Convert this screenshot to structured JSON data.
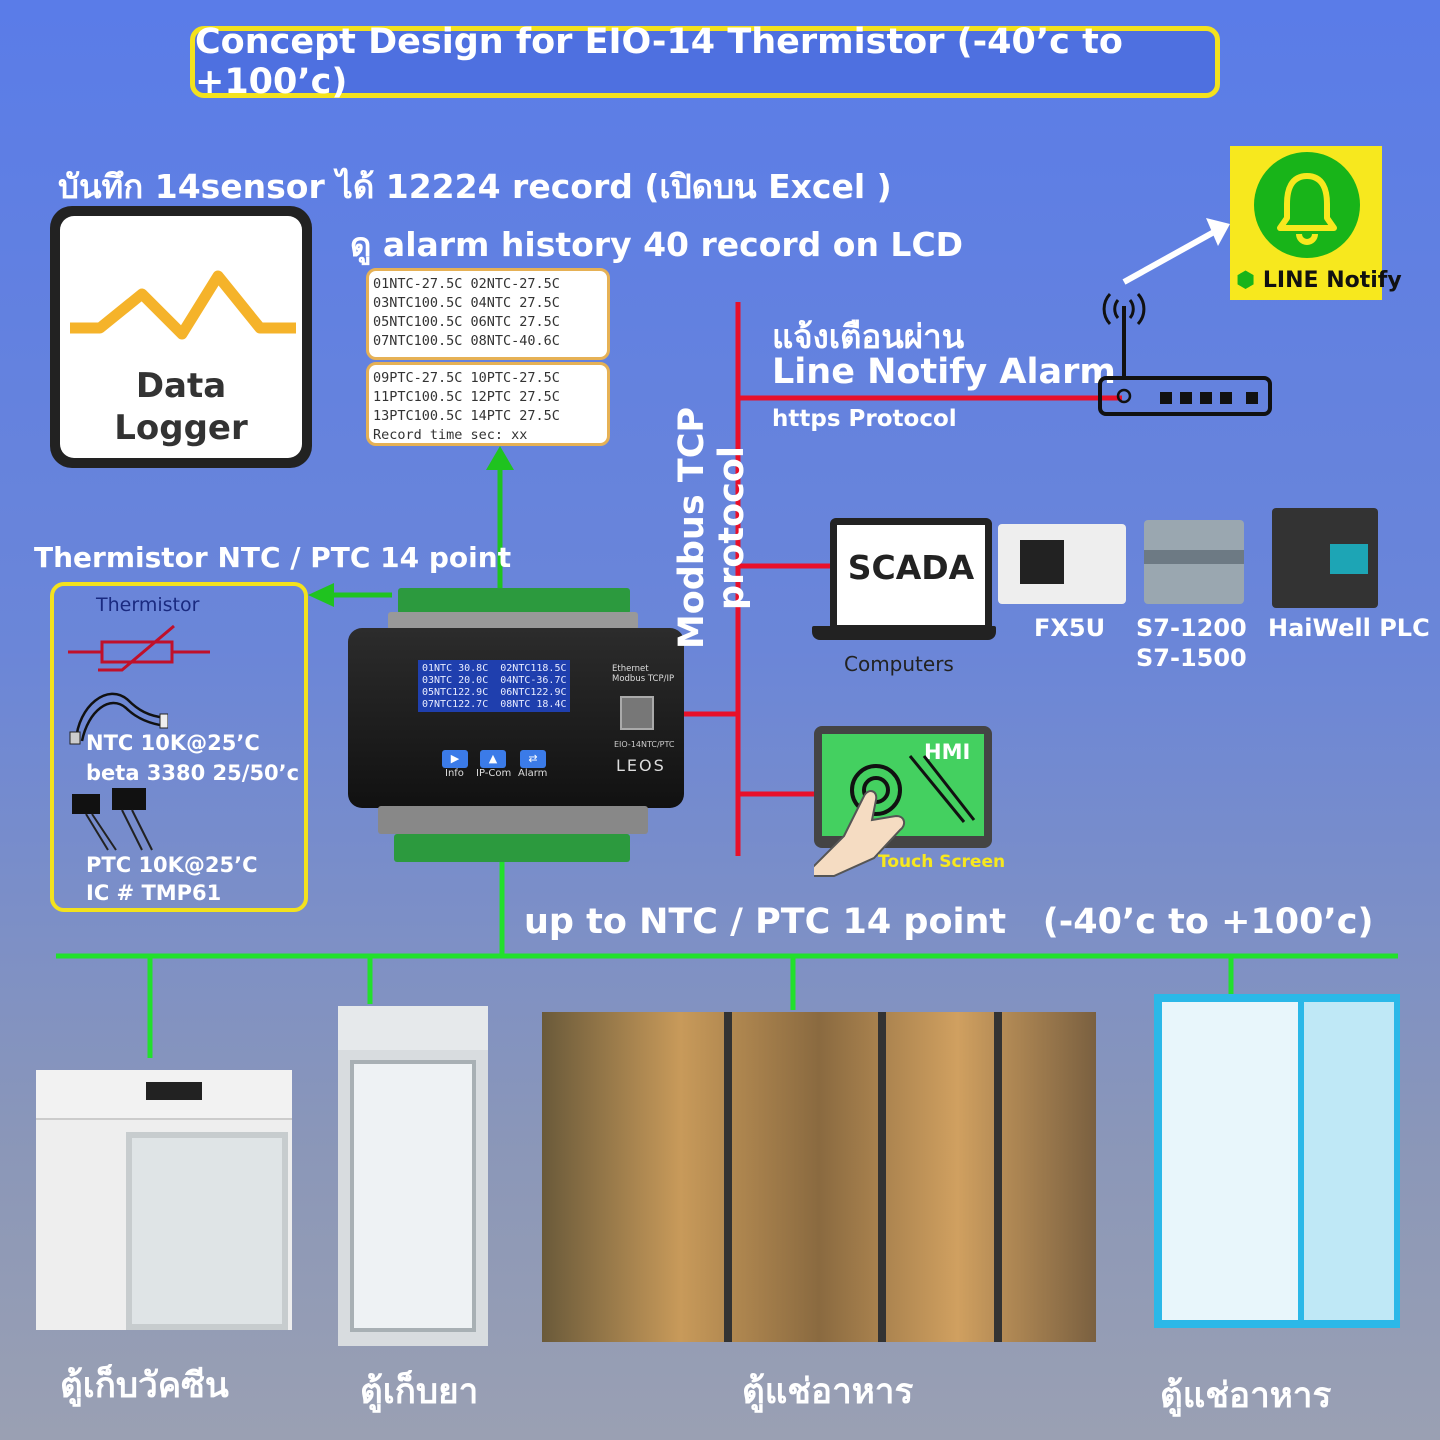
{
  "title": "Concept Design for EIO-14 Thermistor (-40’c to +100’c)",
  "record_text": "บันทึก 14sensor ได้ 12224 record (เปิดบน Excel )",
  "alarm_history_text": "ดู alarm history 40 record on LCD",
  "data_logger": {
    "line1": "Data",
    "line2": "Logger"
  },
  "lcd_history": {
    "group1": [
      "01NTC-27.5C 02NTC-27.5C",
      "03NTC100.5C 04NTC 27.5C",
      "05NTC100.5C 06NTC 27.5C",
      "07NTC100.5C 08NTC-40.6C"
    ],
    "group2": [
      "09PTC-27.5C 10PTC-27.5C",
      "11PTC100.5C 12PTC 27.5C",
      "13PTC100.5C 14PTC 27.5C",
      "Record time sec: xx"
    ]
  },
  "thermistor_heading": "Thermistor NTC / PTC 14 point",
  "thermistor_box": {
    "symbol_label": "Thermistor",
    "ntc_line1": "NTC 10K@25’C",
    "ntc_line2": "beta 3380 25/50’c",
    "ptc_line1": "PTC 10K@25’C",
    "ptc_line2": "IC # TMP61"
  },
  "device": {
    "lcd_lines": "01NTC 30.8C  02NTC118.5C\n03NTC 20.0C  04NTC-36.7C\n05NTC122.9C  06NTC122.9C\n07NTC122.7C  08NTC 18.4C",
    "ethernet_label": "Ethernet\nModbus TCP/IP",
    "model_label": "EIO-14NTC/PTC",
    "brand": "LEOS",
    "buttons": [
      "Info",
      "IP-Com",
      "Alarm"
    ]
  },
  "modbus_label": "Modbus TCP protocol",
  "line_notify": {
    "line1": "แจ้งเตือนผ่าน",
    "line2": "Line Notify Alarm",
    "protocol": "https Protocol",
    "badge": "LINE Notify"
  },
  "scada": {
    "screen_text": "SCADA",
    "caption": "Computers"
  },
  "plcs": [
    {
      "name": "FX5U",
      "name2": ""
    },
    {
      "name": "S7-1200",
      "name2": "S7-1500"
    },
    {
      "name": "HaiWell PLC",
      "name2": ""
    }
  ],
  "hmi": {
    "label": "HMI",
    "caption": "Touch Screen"
  },
  "bus_label": "up to NTC / PTC 14 point   (-40’c to +100’c)",
  "cabinets": [
    {
      "caption": "ตู้เก็บวัคซีน"
    },
    {
      "caption": "ตู้เก็บยา"
    },
    {
      "caption": "ตู้แช่อาหาร"
    },
    {
      "caption": "ตู้แช่อาหาร"
    }
  ],
  "colors": {
    "red_bus": "#e8102a",
    "green_bus": "#22e02c",
    "accent_yellow": "#f3e21d",
    "line_green": "#1fc31f"
  }
}
